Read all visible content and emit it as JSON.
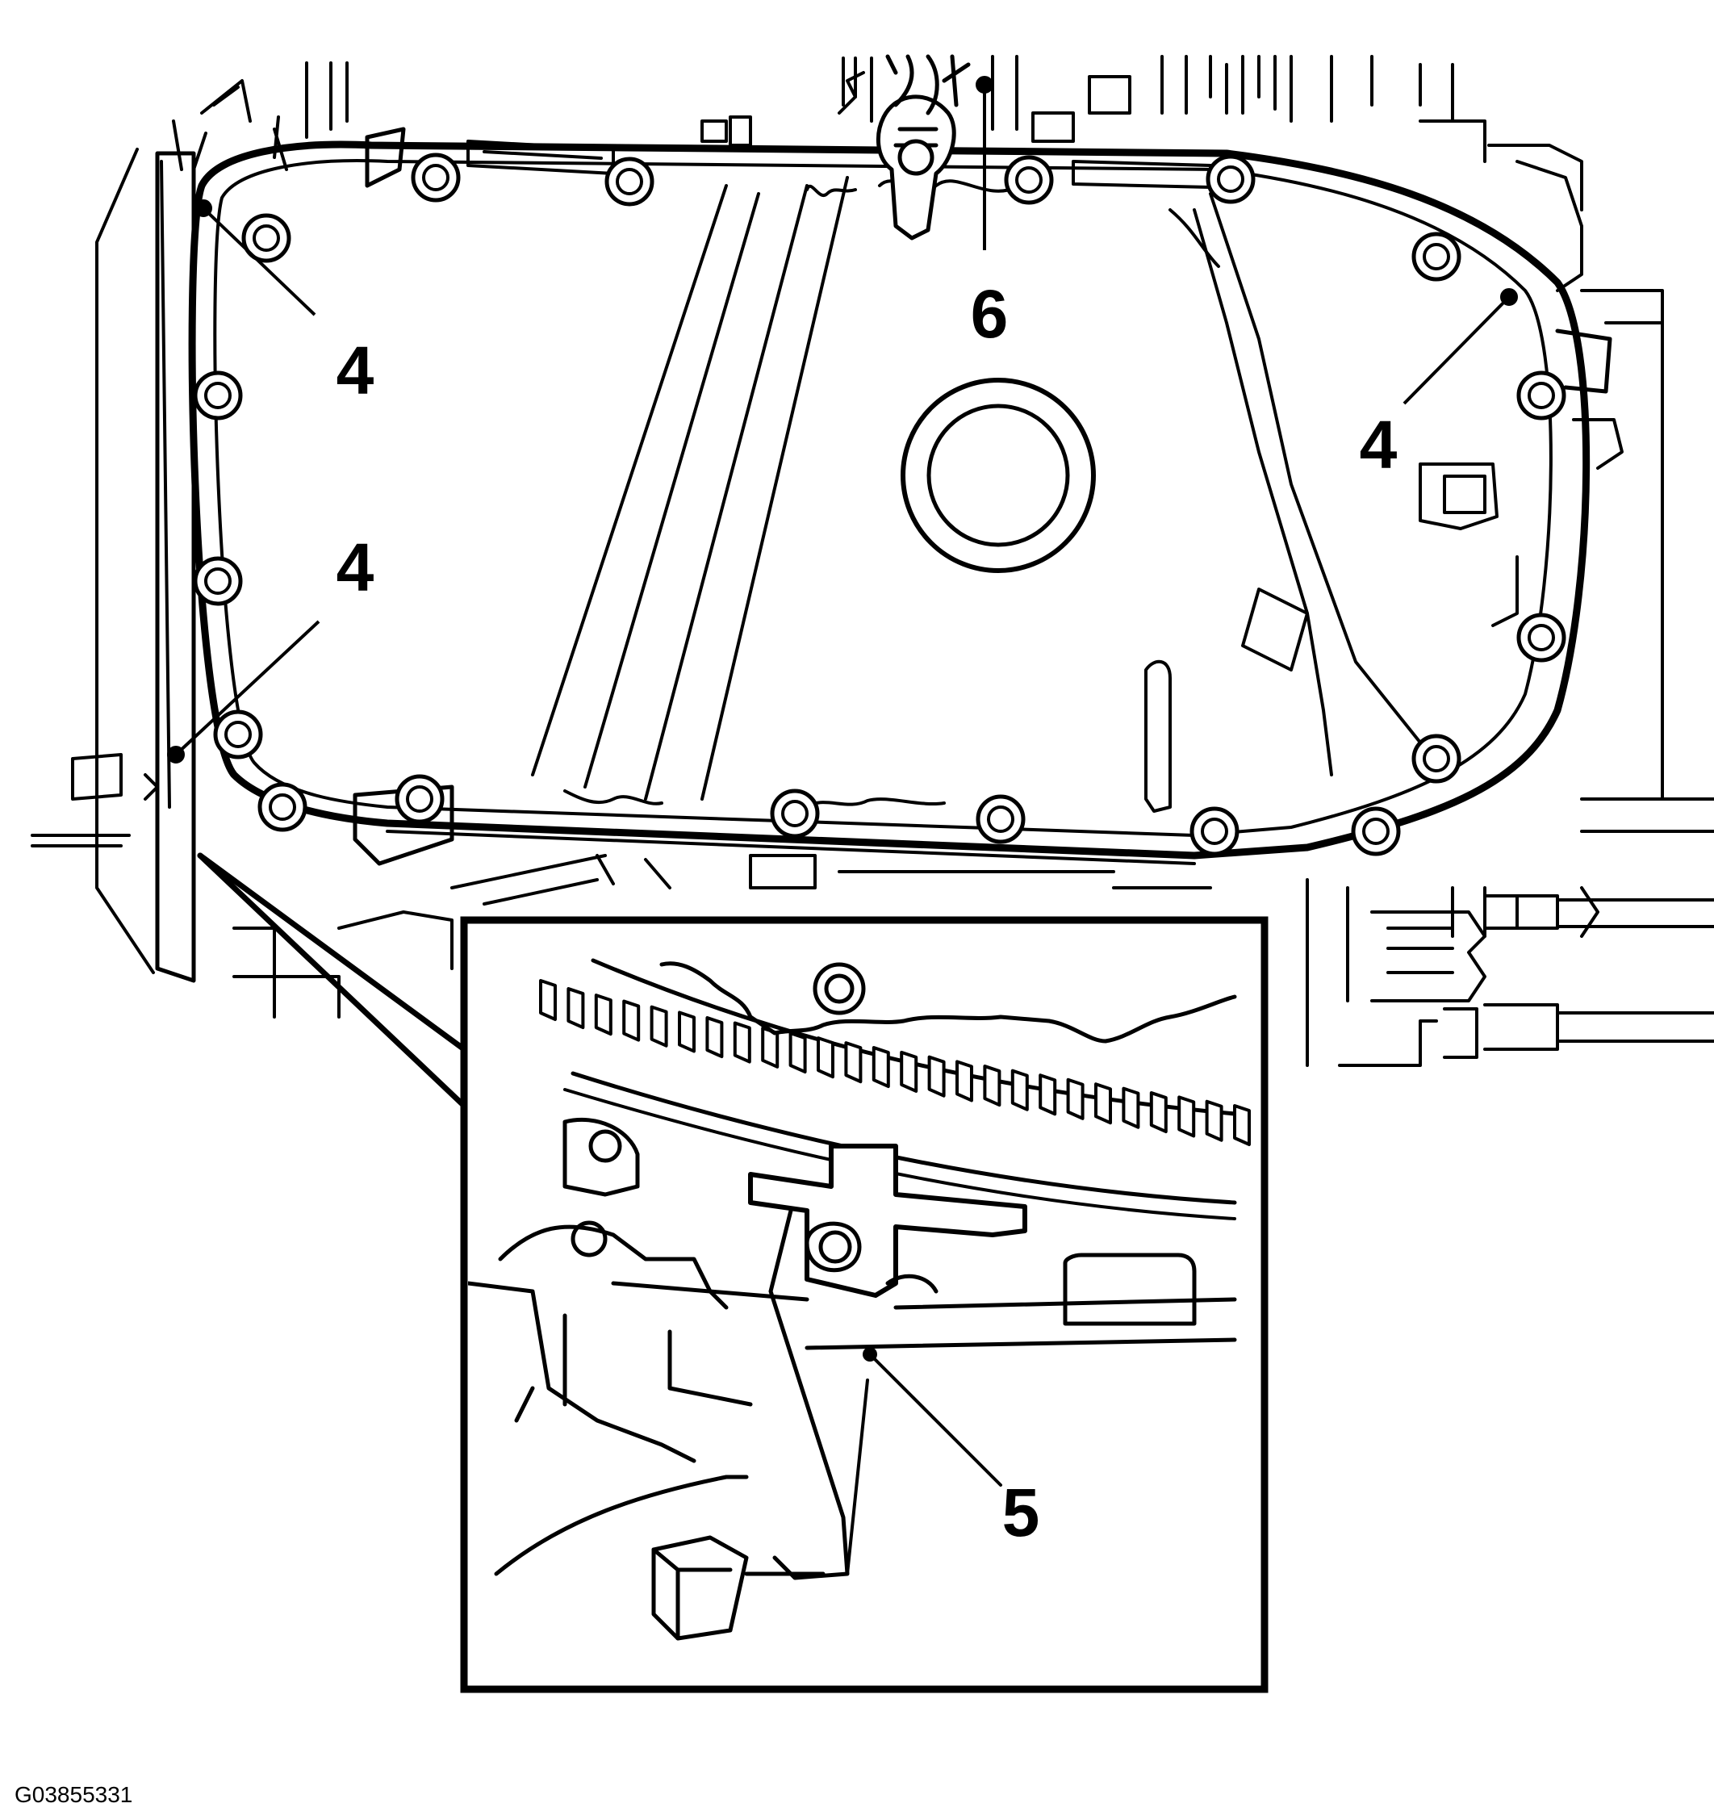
{
  "figure_id": "G03855331",
  "callouts": {
    "upper_left": "4",
    "lower_left": "4",
    "right": "4",
    "top_center": "6",
    "detail": "5"
  },
  "colors": {
    "line": "#000000",
    "background": "#ffffff"
  }
}
